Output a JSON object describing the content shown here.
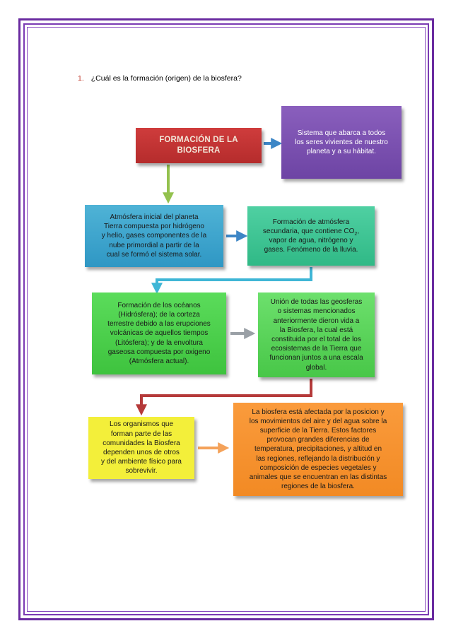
{
  "question": {
    "number": "1.",
    "text": "¿Cuál es la formación (origen) de la biosfera?"
  },
  "boxes": {
    "title": {
      "line1": "FORMACIÓN DE LA",
      "line2": "BIOSFERA"
    },
    "definition": {
      "line1": "Sistema que abarca a todos",
      "line2": "los seres vivientes de nuestro",
      "line3": "planeta y a su hábitat."
    },
    "atmosphere_initial": {
      "line1": "Atmósfera inicial del  planeta",
      "line2": "Tierra compuesta por hidrógeno",
      "line3": "y helio, gases componentes de la",
      "line4": "nube primordial a partir de la",
      "line5": "cual se formó el sistema solar."
    },
    "atmosphere_secondary": {
      "line1": "Formación de atmósfera",
      "line2_pre": "secundaria, que contiene CO",
      "line2_sub": "2",
      "line2_post": ",",
      "line3": "vapor de agua, nitrógeno y",
      "line4": "gases.  Fenómeno de la lluvia."
    },
    "oceans": {
      "line1": "Formación de los océanos",
      "line2": "(Hidrósfera); de la corteza",
      "line3": "terrestre debido a las erupciones",
      "line4": "volcánicas de aquellos tiempos",
      "line5": "(Litósfera); y de la envoltura",
      "line6": "gaseosa compuesta por oxigeno",
      "line7": "(Atmósfera actual)."
    },
    "union": {
      "line1": "Unión de todas las geosferas",
      "line2": "o sistemas mencionados",
      "line3": "anteriormente dieron vida a",
      "line4": "la Biosfera, la cual está",
      "line5": "constituida por el total de los",
      "line6": "ecosistemas de la Tierra que",
      "line7": "funcionan juntos a una escala",
      "line8": "global."
    },
    "organisms": {
      "line1": "Los organismos que",
      "line2": "forman parte de las",
      "line3": "comunidades la Biosfera",
      "line4": "dependen unos de otros",
      "line5": "y del ambiente físico para",
      "line6": "sobrevivir."
    },
    "affected": {
      "line1": "La biosfera está afectada por la posicion y",
      "line2": "los movimientos del aire y del agua sobre la",
      "line3": "superficie de la Tierra. Estos factores",
      "line4": "provocan grandes diferencias de",
      "line5": "temperatura, precipitaciones, y altitud en",
      "line6": "las regiones, reflejando la distribución y",
      "line7": "composición de especies vegetales y",
      "line8": "animales que se encuentran en las distintas",
      "line9": "regiones de la biosfera."
    }
  },
  "colors": {
    "frame": "#6a2ba0",
    "title_box": "#c0392b",
    "definition_box": "#7b52b0",
    "atmosphere_initial_box": "#3ba6d0",
    "atmosphere_secondary_box": "#3cc494",
    "oceans_box": "#4cce4c",
    "union_box": "#5ad45a",
    "organisms_box": "#f3ef3a",
    "affected_box": "#f5912e",
    "arrow_blue": "#3d86c6",
    "arrow_green": "#93c14e",
    "arrow_cyan": "#3fb6d6",
    "arrow_gray": "#9aa0a6",
    "arrow_red": "#b53a3a",
    "arrow_orange": "#f4a25a"
  }
}
